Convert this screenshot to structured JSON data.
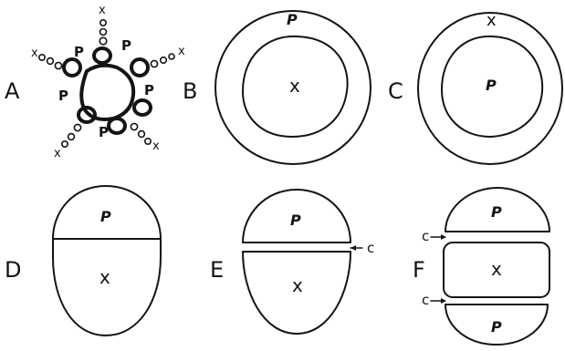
{
  "panels": {
    "A": {
      "letter": "A",
      "center_label": "",
      "petal_label": "P",
      "ray_label": "x"
    },
    "B": {
      "letter": "B",
      "outer_label": "P",
      "inner_label": "x"
    },
    "C": {
      "letter": "C",
      "outer_label": "x",
      "inner_label": "P"
    },
    "D": {
      "letter": "D",
      "top_label": "P",
      "bottom_label": "x"
    },
    "E": {
      "letter": "E",
      "top_label": "P",
      "bottom_label": "x",
      "gap_label": "c"
    },
    "F": {
      "letter": "F",
      "top_label": "P",
      "middle_label": "x",
      "bottom_label": "P",
      "gap_label_upper": "c",
      "gap_label_lower": "c"
    }
  },
  "colors": {
    "ink": "#141414",
    "paper": "#ffffff"
  }
}
